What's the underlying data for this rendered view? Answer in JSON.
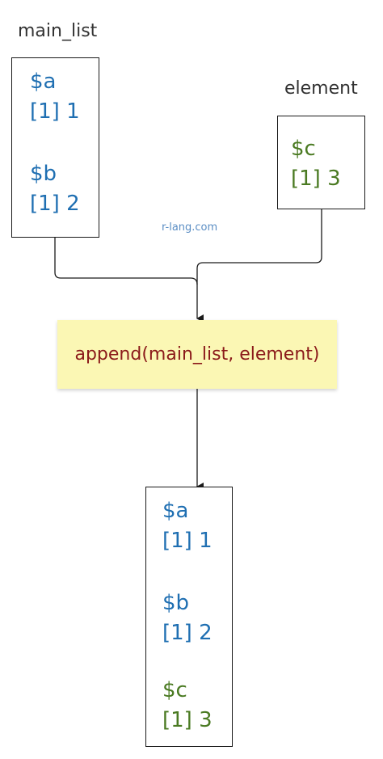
{
  "colors": {
    "list_text": "#1f6fb2",
    "element_text": "#4a7a22",
    "function_text": "#8b1a1a",
    "function_bg": "#fbf7b4",
    "watermark": "#5b8ec4"
  },
  "main_list": {
    "title": "main_list",
    "lines": [
      "$a",
      "[1] 1",
      "$b",
      "[1] 2"
    ]
  },
  "element": {
    "title": "element",
    "lines": [
      "$c",
      "[1] 3"
    ]
  },
  "watermark": "r-lang.com",
  "function_call": "append(main_list, element)",
  "result": {
    "lines": [
      "$a",
      "[1] 1",
      "$b",
      "[1] 2",
      "$c",
      "[1] 3"
    ]
  }
}
